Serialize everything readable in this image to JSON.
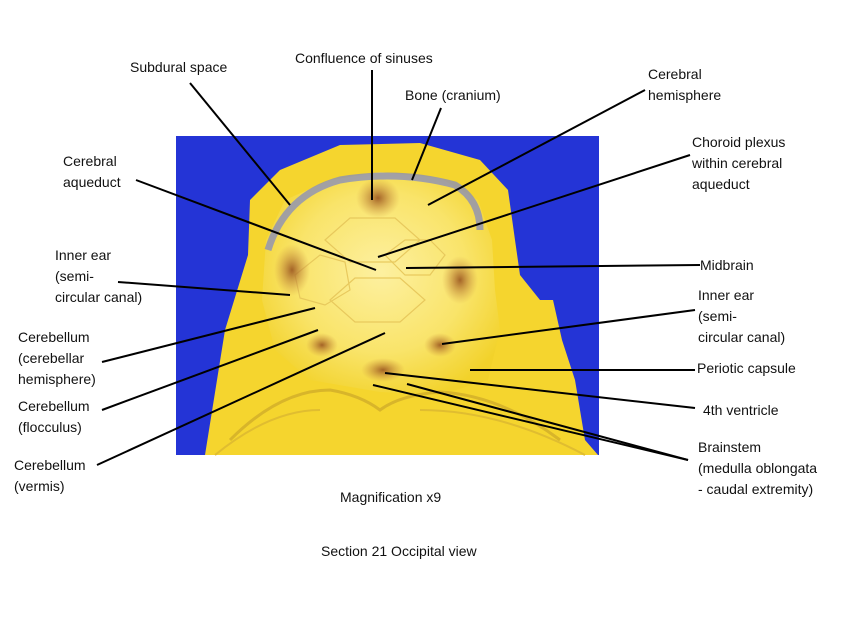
{
  "labels": {
    "subdural_space": "Subdural space",
    "confluence_of_sinuses": "Confluence of sinuses",
    "bone_cranium": "Bone (cranium)",
    "cerebral_hemisphere": "Cerebral\nhemisphere",
    "cerebral_aqueduct": "Cerebral\naqueduct",
    "choroid_plexus": "Choroid plexus\nwithin cerebral\naqueduct",
    "inner_ear_left": "Inner ear\n(semi-\ncircular canal)",
    "midbrain": "Midbrain",
    "inner_ear_right": "Inner ear\n(semi-\ncircular canal)",
    "cerebellum_hemisphere": "Cerebellum\n(cerebellar\nhemisphere)",
    "periotic_capsule": "Periotic capsule",
    "cerebellum_flocculus": "Cerebellum\n(flocculus)",
    "fourth_ventricle": "4th ventricle",
    "cerebellum_vermis": "Cerebellum\n(vermis)",
    "brainstem": "Brainstem\n(medulla oblongata\n- caudal extremity)"
  },
  "captions": {
    "magnification": "Magnification x9",
    "section": "Section 21 Occipital view"
  },
  "colors": {
    "background_blue": "#2233d8",
    "tissue_yellow": "#f7dd3a",
    "tissue_light": "#fbe98a",
    "tissue_brown": "#a8642c",
    "leader_line": "#000000"
  }
}
